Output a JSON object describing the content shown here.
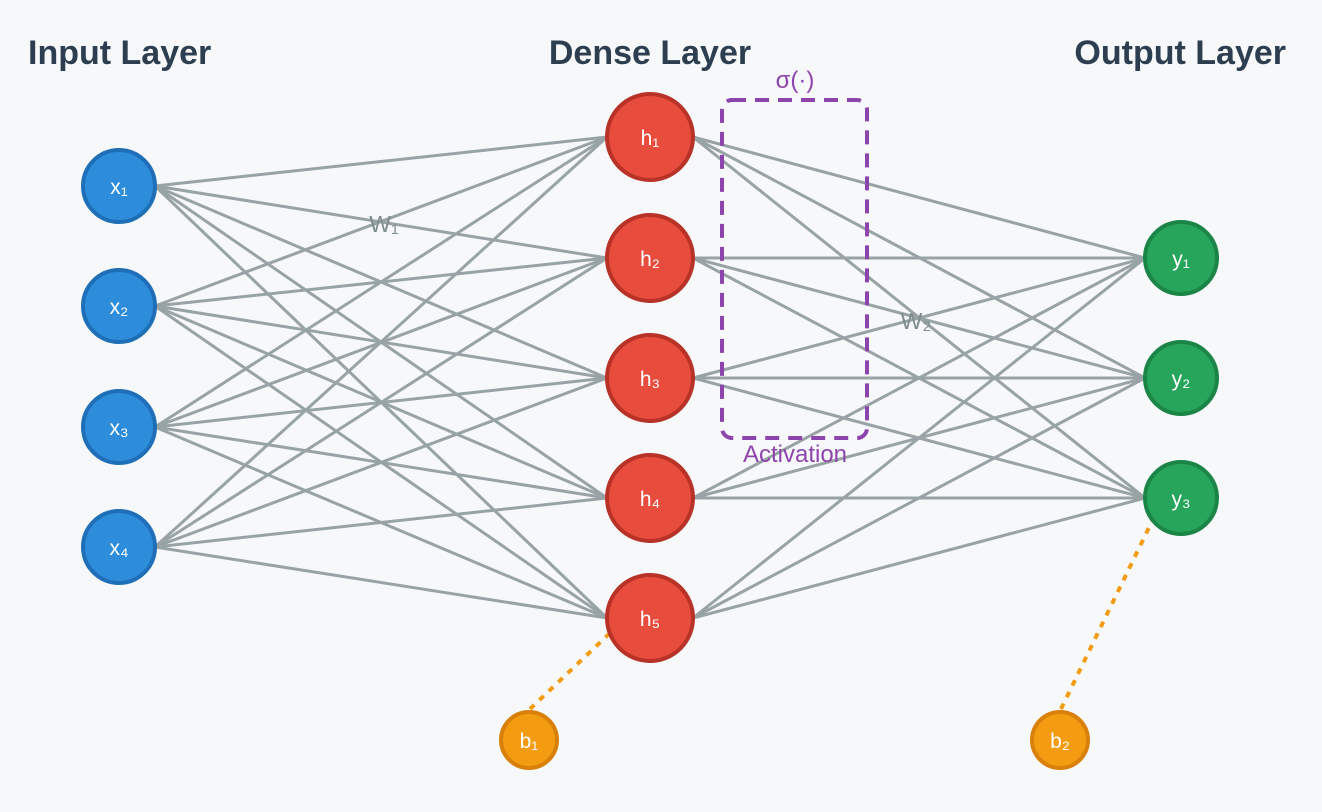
{
  "layers": {
    "input": {
      "title": "Input Layer",
      "nodes": [
        "x₁",
        "x₂",
        "x₃",
        "x₄"
      ],
      "color": "#2e8ddb",
      "stroke": "#1f6fb8"
    },
    "dense": {
      "title": "Dense Layer",
      "nodes": [
        "h₁",
        "h₂",
        "h₃",
        "h₄",
        "h₅"
      ],
      "color": "#e74c3c",
      "stroke": "#b83227"
    },
    "output": {
      "title": "Output Layer",
      "nodes": [
        "y₁",
        "y₂",
        "y₃"
      ],
      "color": "#27a55a",
      "stroke": "#1b8447"
    }
  },
  "weights": {
    "w1": "W₁",
    "w2": "W₂"
  },
  "activation": {
    "symbol": "σ(·)",
    "label": "Activation",
    "color": "#8e44ad"
  },
  "biases": {
    "b1": {
      "label": "b₁",
      "target": "h₅"
    },
    "b2": {
      "label": "b₂",
      "target": "y₃"
    },
    "color": "#f39c12"
  },
  "edge_color": "#98a3a6"
}
